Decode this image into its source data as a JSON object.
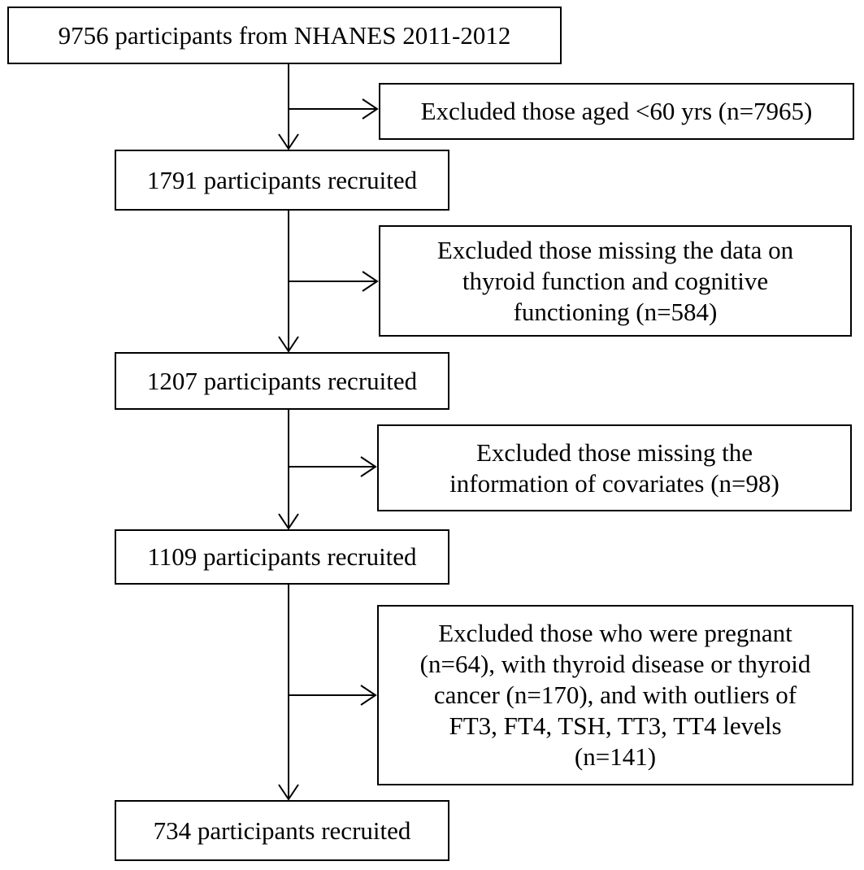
{
  "flowchart": {
    "main_steps": [
      "9756 participants from NHANES 2011-2012",
      "1791 participants recruited",
      "1207 participants recruited",
      "1109 participants recruited",
      "734 participants recruited"
    ],
    "exclusions": [
      "Excluded those aged <60 yrs (n=7965)",
      "Excluded those missing the data on\nthyroid function and cognitive\nfunctioning (n=584)",
      "Excluded those missing the\ninformation of covariates (n=98)",
      "Excluded those who were pregnant\n(n=64), with thyroid disease or thyroid\ncancer (n=170), and with outliers of\nFT3, FT4, TSH, TT3, TT4 levels\n(n=141)"
    ]
  }
}
